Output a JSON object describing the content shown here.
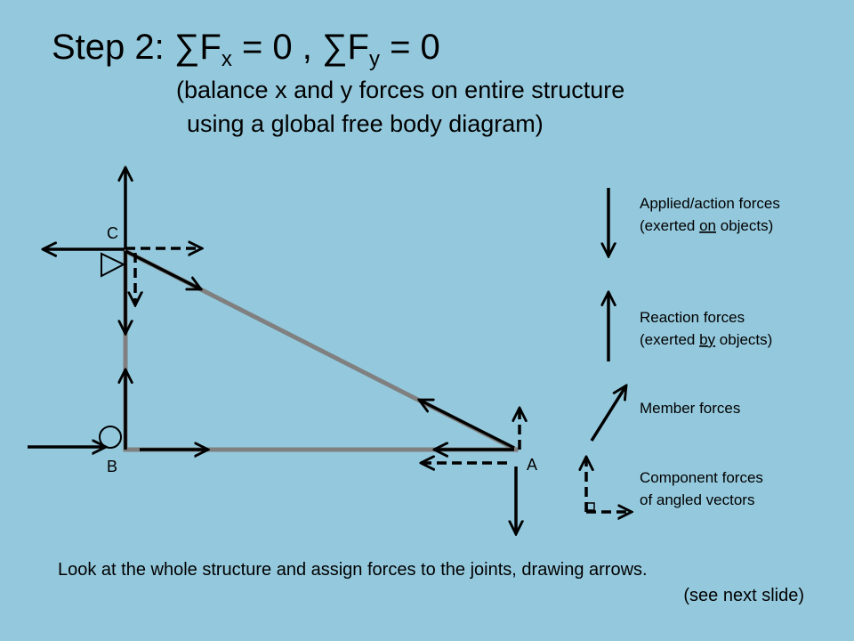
{
  "title": {
    "prefix": "Step 2: ∑F",
    "sub_x": "x",
    "middle": " = 0 , ∑F",
    "sub_y": "y",
    "suffix": " = 0"
  },
  "subtitle": {
    "line1": "(balance x and y forces on entire structure",
    "line2": "using a global free body diagram)"
  },
  "joints": {
    "a": "A",
    "b": "B",
    "c": "C"
  },
  "legend": {
    "applied": {
      "line1": "Applied/action forces",
      "line2_pre": "(exerted ",
      "line2_u": "on",
      "line2_post": " objects)"
    },
    "reaction": {
      "line1": "Reaction forces",
      "line2_pre": "(exerted ",
      "line2_u": "by",
      "line2_post": " objects)"
    },
    "member": {
      "line1": "Member forces"
    },
    "component": {
      "line1": "Component forces",
      "line2": "of angled vectors"
    }
  },
  "footer": {
    "line1": "Look at the whole structure and assign forces to the joints, drawing arrows.",
    "line2": "(see next slide)"
  },
  "colors": {
    "background": "#94c9dd",
    "member": "#808080",
    "arrow": "#000000"
  }
}
